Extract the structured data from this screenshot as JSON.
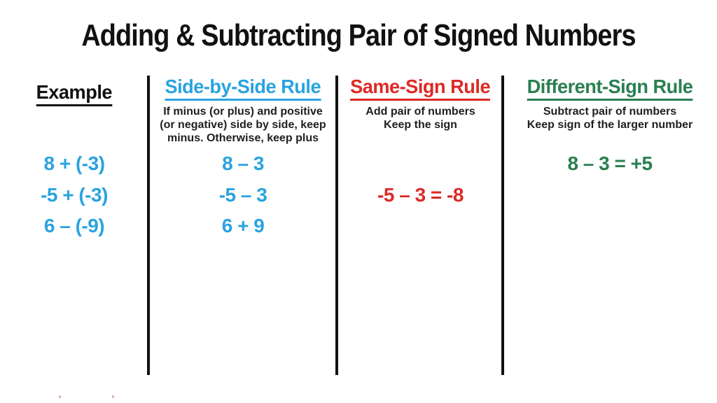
{
  "title": "Adding & Subtracting Pair of Signed Numbers",
  "colors": {
    "title_text": "#111111",
    "body_text": "#1f1f1f",
    "blue": "#2AA3DF",
    "red": "#DC2A25",
    "green": "#2A7F50",
    "divider": "#111111"
  },
  "columns": [
    {
      "header": "Example",
      "header_color": "#111111",
      "item_color": "#2AA3DF",
      "description": [],
      "items": [
        {
          "text": "8 + (-3)",
          "row": 1
        },
        {
          "text": "-5 + (-3)",
          "row": 2
        },
        {
          "text": "6 – (-9)",
          "row": 3
        }
      ]
    },
    {
      "header": "Side-by-Side Rule",
      "header_color": "#2AA3DF",
      "item_color": "#2AA3DF",
      "description": [
        "If minus (or plus) and positive",
        "(or negative) side by side, keep",
        "minus. Otherwise, keep plus"
      ],
      "items": [
        {
          "text": "8 – 3",
          "row": 1
        },
        {
          "text": "-5 – 3",
          "row": 2
        },
        {
          "text": "6 + 9",
          "row": 3
        }
      ]
    },
    {
      "header": "Same-Sign Rule",
      "header_color": "#DC2A25",
      "item_color": "#DC2A25",
      "description": [
        "Add pair of numbers",
        "Keep the sign"
      ],
      "items": [
        {
          "text": "-5 – 3 = -8",
          "row": 2
        }
      ]
    },
    {
      "header": "Different-Sign Rule",
      "header_color": "#2A7F50",
      "item_color": "#2A7F50",
      "description": [
        "Subtract pair of numbers",
        "Keep sign of the larger number"
      ],
      "items": [
        {
          "text": "8 – 3 = +5",
          "row": 1
        }
      ]
    }
  ]
}
